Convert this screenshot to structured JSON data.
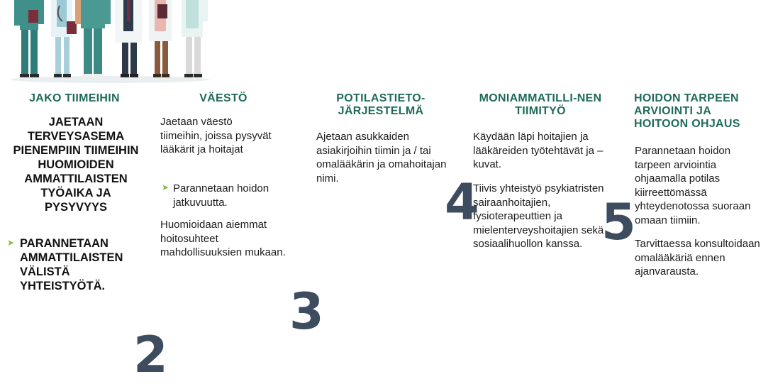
{
  "columns": [
    {
      "title": "JAKO TIIMEIHIN",
      "bold_text": "JAETAAN TERVEYSASEMA PIENEMPIIN TIIMEIHIN HUOMIOIDEN AMMATTILAISTEN TYÖAIKA JA PYSYVYYS",
      "bullet": "PARANNETAAN AMMATTILAISTEN VÄLISTÄ YHTEISTYÖTÄ."
    },
    {
      "title": "VÄESTÖ",
      "text1": "Jaetaan väestö tiimeihin, joissa pysyvät lääkärit ja hoitajat",
      "bullet": "Parannetaan hoidon jatkuvuutta.",
      "text2": "Huomioidaan aiemmat hoitosuhteet mahdollisuuksien mukaan."
    },
    {
      "title": "POTILASTIETO-JÄRJESTELMÄ",
      "text1": "Ajetaan asukkaiden asiakirjoihin tiimin ja / tai omalääkärin ja omahoitajan nimi."
    },
    {
      "title": "MONIAMMATILLI-NEN TIIMITYÖ",
      "text1": "Käydään läpi hoitajien ja lääkäreiden työtehtävät ja –kuvat.",
      "text2": "Tiivis yhteistyö psykiatristen sairaanhoitajien, fysioterapeuttien ja mielenterveyshoitajien sekä sosiaalihuollon kanssa."
    },
    {
      "title": "HOIDON TARPEEN ARVIOINTI JA HOITOON OHJAUS",
      "text1": "Parannetaan hoidon tarpeen arviointia ohjaamalla potilas kiirreettömässä yhteydenotossa suoraan omaan tiimiin.",
      "text2": "Tarvittaessa konsultoidaan omalääkäriä ennen ajanvarausta."
    }
  ],
  "numbers": {
    "n2": "2",
    "n3": "3",
    "n4": "4",
    "n5": "5"
  },
  "colors": {
    "title": "#1f6b5b",
    "number": "#3d4c5e",
    "bullet": "#7fbf3a"
  },
  "icons": [
    "medical-staff-illustration",
    "triangle-bullet-icon"
  ]
}
